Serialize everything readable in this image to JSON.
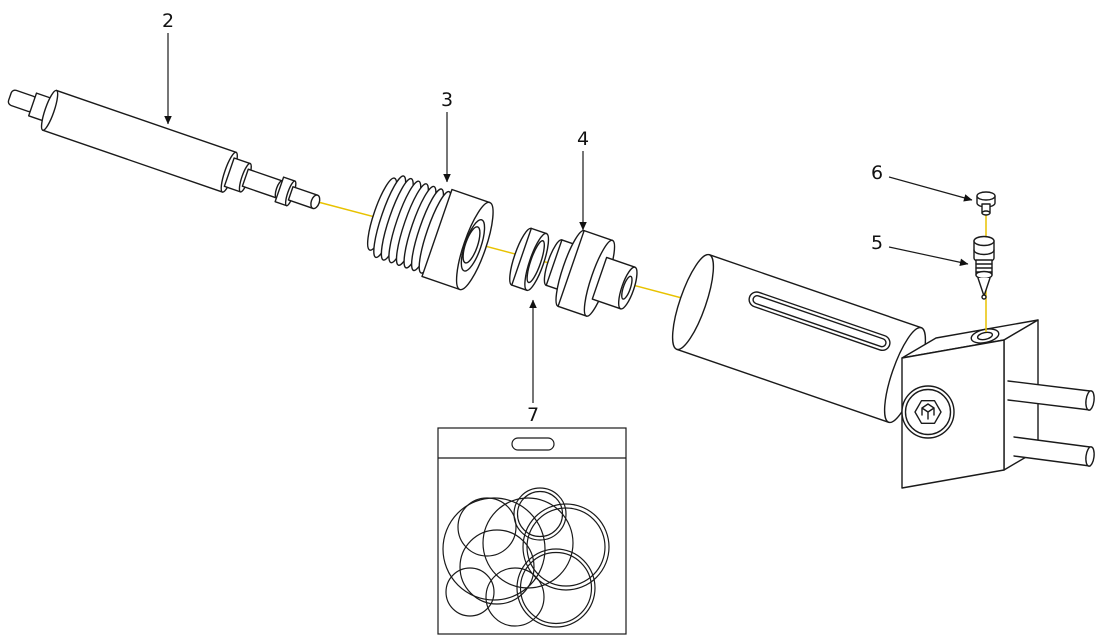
{
  "colors": {
    "background": "#ffffff",
    "line_color": "#1a1a1a",
    "centerline_color": "#e8c200"
  },
  "callouts": {
    "part2": {
      "label": "2"
    },
    "part3": {
      "label": "3"
    },
    "part4": {
      "label": "4"
    },
    "part5": {
      "label": "5"
    },
    "part6": {
      "label": "6"
    },
    "part7": {
      "label": "7"
    }
  }
}
